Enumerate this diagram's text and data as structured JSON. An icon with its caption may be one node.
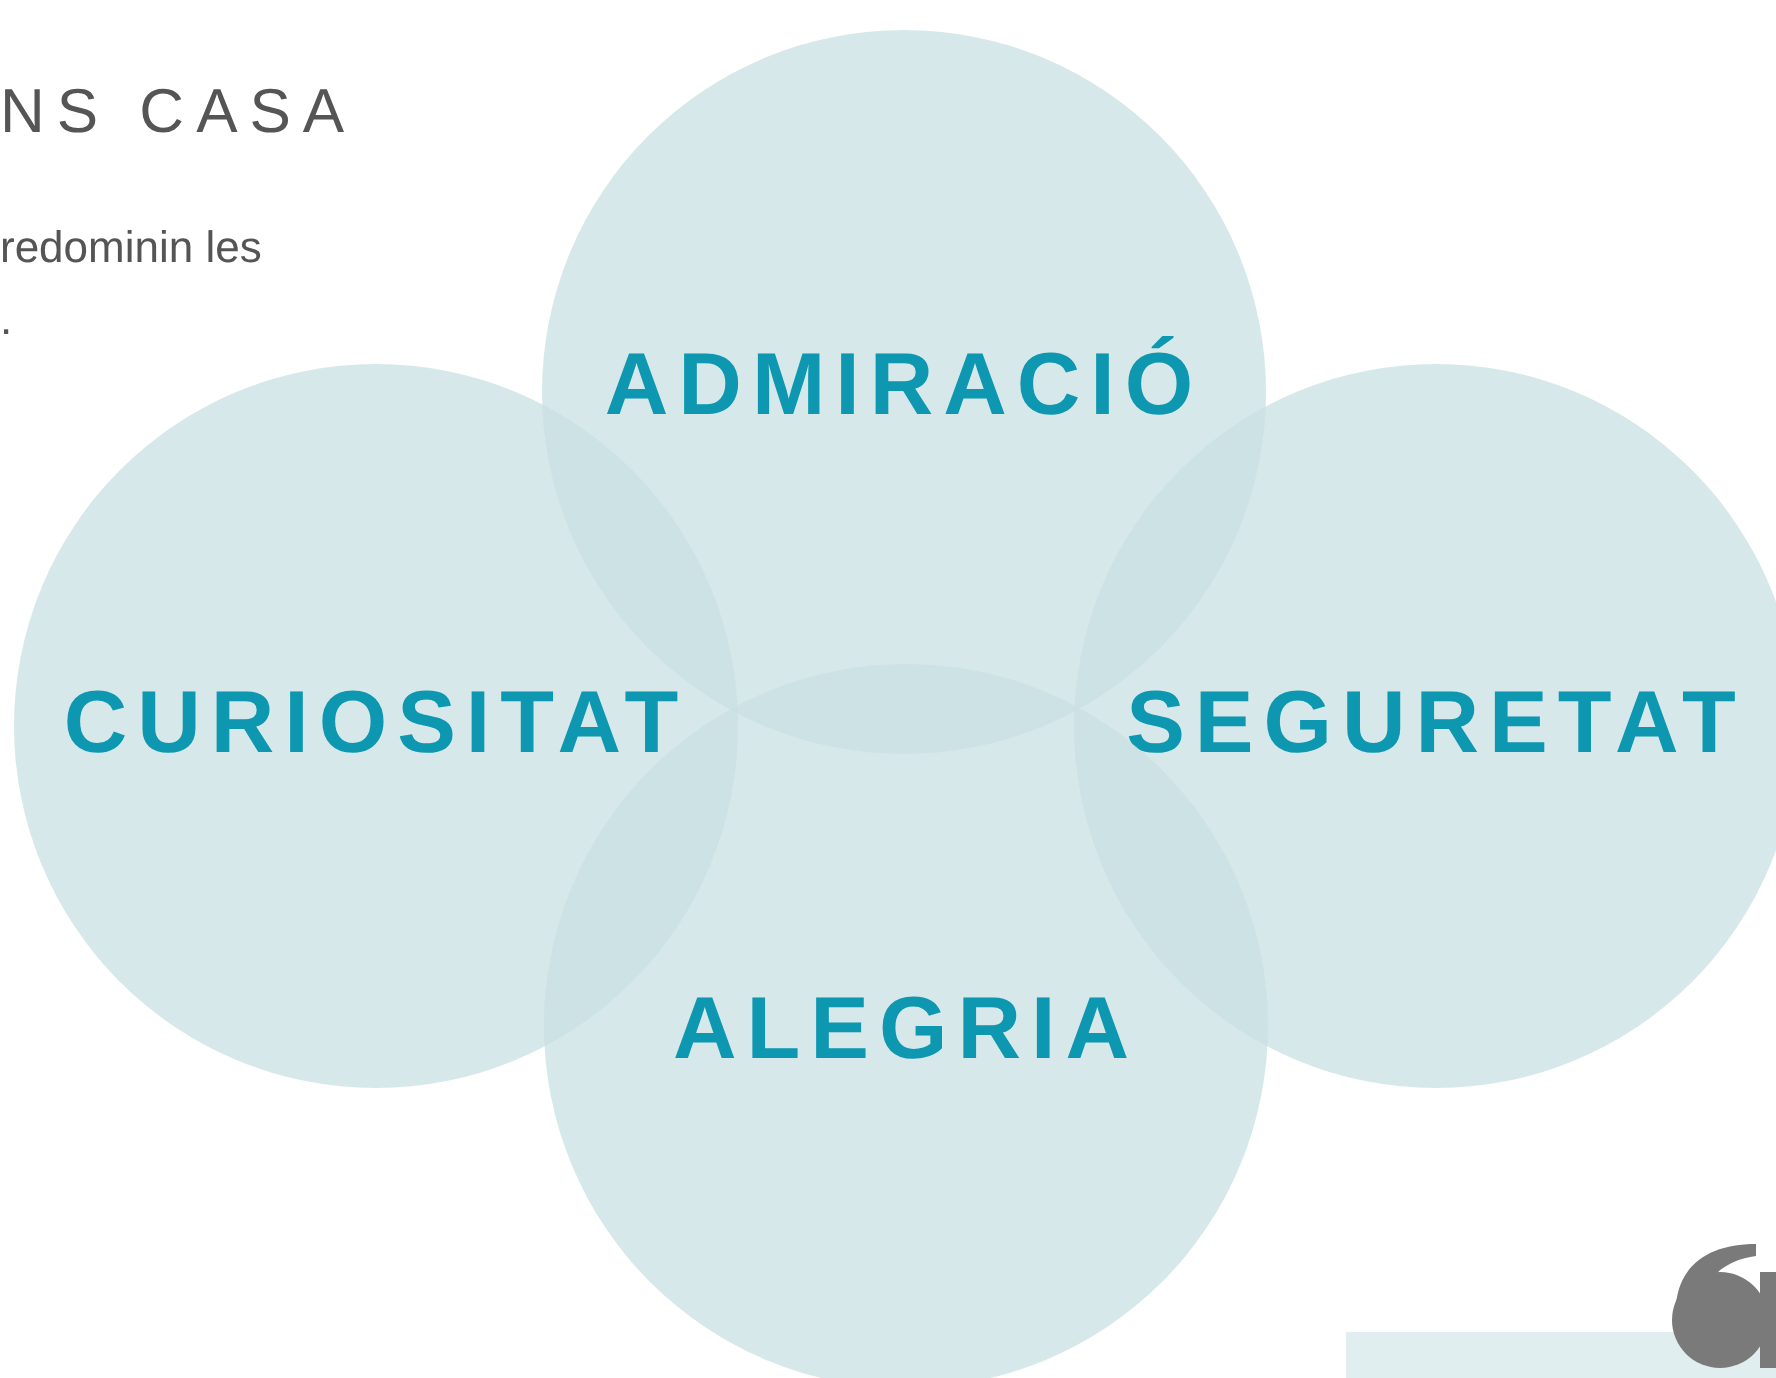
{
  "diagram": {
    "title": "NS CASA",
    "nodes": [
      {
        "text": [
          "ADMIRACIÓ"
        ]
      },
      {
        "text": [
          "CURIOSITAT"
        ]
      },
      {
        "text": [
          "SEGURETAT"
        ]
      },
      {
        "text": [
          "ALEGRIA"
        ]
      }
    ],
    "labels": [
      "redominin les",
      "."
    ]
  }
}
